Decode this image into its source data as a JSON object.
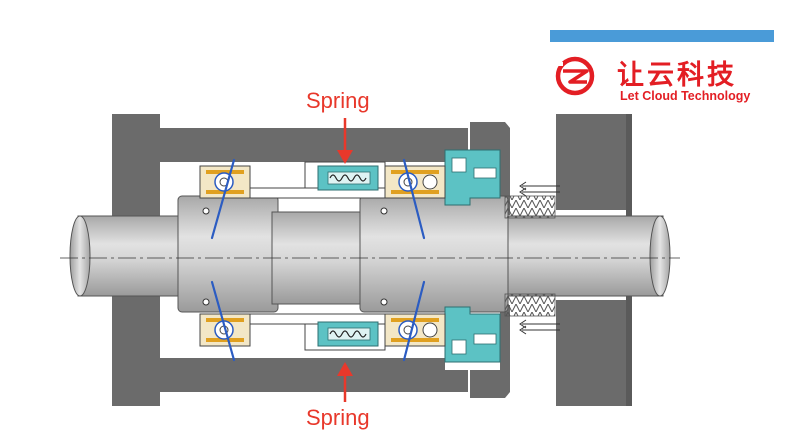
{
  "labels": {
    "spring_top": "Spring",
    "spring_bottom": "Spring"
  },
  "brand": {
    "name_cn": "让云科技",
    "name_en": "Let Cloud Technology"
  },
  "colors": {
    "accent_red": "#e8382b",
    "housing_gray": "#6b6b6b",
    "shaft_gray": "#cdcdcd",
    "spacer_teal": "#5cc2c4",
    "brand_red": "#e31e24",
    "brand_blue": "#4a9bd8",
    "contact_line_blue": "#2b5cc2"
  },
  "icons": {
    "logo": "let-cloud-logo-icon",
    "arrow": "arrow-icon",
    "bearing": "angular-contact-bearing-icon"
  }
}
